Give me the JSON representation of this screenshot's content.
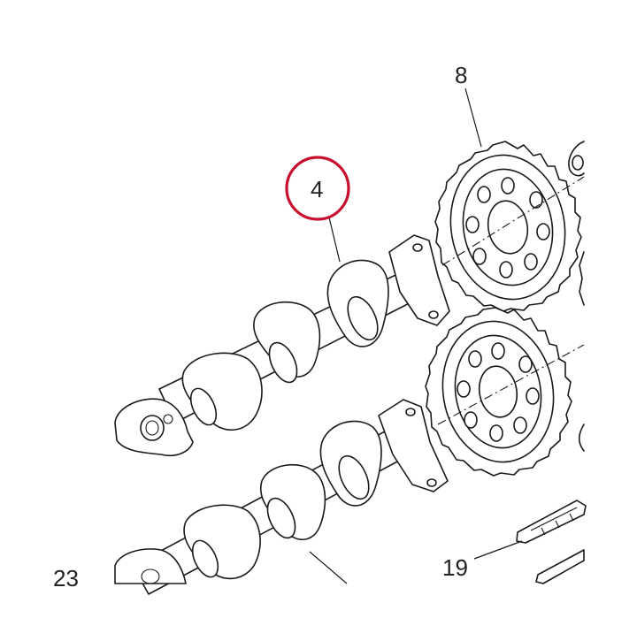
{
  "labels": {
    "gear_upper": "8",
    "camshaft_upper": "4",
    "retainer": "19",
    "bottom_left": "23"
  },
  "highlight": {
    "target": "camshaft_upper",
    "color": "#c8102e"
  },
  "colors": {
    "line": "#1a1a1a",
    "fill": "#ffffff"
  }
}
